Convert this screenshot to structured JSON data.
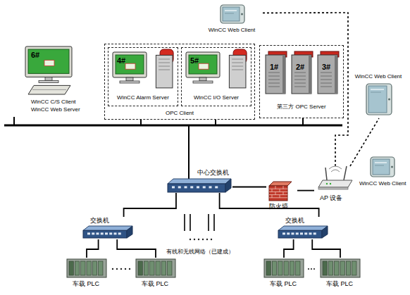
{
  "diagram": {
    "nodes": [
      {
        "text": [
          "WinCC Web Client"
        ]
      },
      {
        "text": [
          "6#",
          "WinCC C/S Client",
          "WinCC Web Server"
        ]
      },
      {
        "text": [
          "OPC Client"
        ]
      },
      {
        "text": [
          "4#",
          "WinCC Alarm Server"
        ],
        "in": 2
      },
      {
        "text": [
          "5#",
          "WinCC I/O Server"
        ],
        "in": 2
      },
      {
        "text": [
          "1#",
          "2#",
          "3#",
          "第三方 OPC Server"
        ]
      },
      {
        "text": [
          "WinCC Web Client"
        ]
      },
      {
        "text": [
          "WinCC Web Client"
        ]
      },
      {
        "text": [
          "中心交换机"
        ]
      },
      {
        "text": [
          "防火墙"
        ]
      },
      {
        "text": [
          "AP 设备"
        ]
      },
      {
        "text": [
          "交换机"
        ]
      },
      {
        "text": [
          "交换机"
        ]
      },
      {
        "text": [
          "车载 PLC"
        ]
      },
      {
        "text": [
          "车载 PLC"
        ]
      },
      {
        "text": [
          "车载 PLC"
        ]
      },
      {
        "text": [
          "车载 PLC"
        ]
      }
    ],
    "edges": [
      {
        "from": 8,
        "to": 9,
        "arrow": "none"
      },
      {
        "from": 9,
        "to": 10,
        "arrow": "none"
      },
      {
        "from": 10,
        "to": 0,
        "arrow": "none"
      },
      {
        "from": 10,
        "to": 6,
        "arrow": "none"
      },
      {
        "from": 8,
        "to": 11,
        "arrow": "none"
      },
      {
        "from": 8,
        "to": 12,
        "arrow": "none"
      },
      {
        "from": 11,
        "to": 13,
        "arrow": "none"
      },
      {
        "from": 11,
        "to": 14,
        "arrow": "none"
      },
      {
        "from": 12,
        "to": 15,
        "arrow": "none"
      },
      {
        "from": 12,
        "to": 16,
        "arrow": "none"
      }
    ],
    "labels": [
      "有线和无线网络（已建成）"
    ]
  }
}
